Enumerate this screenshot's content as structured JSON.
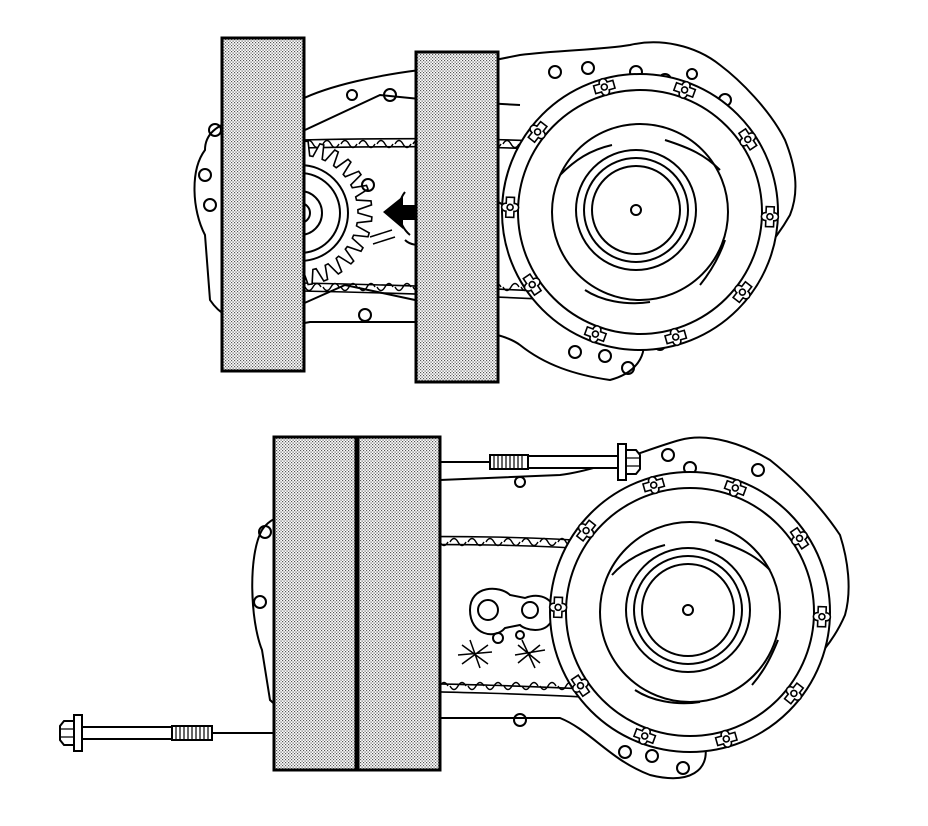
{
  "figure": {
    "background": "#ffffff",
    "line_color": "#000000",
    "hatch_color": "#555555",
    "views": [
      {
        "name": "top-view",
        "shows": [
          "transfer-case-housing",
          "chain",
          "drive-sprocket",
          "driven-sprocket",
          "two-holding-blocks",
          "removal-arrow-icon"
        ]
      },
      {
        "name": "bottom-view",
        "shows": [
          "transfer-case-housing",
          "chain",
          "drive-sprocket",
          "driven-sprocket",
          "holding-block-pair",
          "upper-bolt-icon",
          "lower-bolt-icon"
        ]
      }
    ]
  }
}
